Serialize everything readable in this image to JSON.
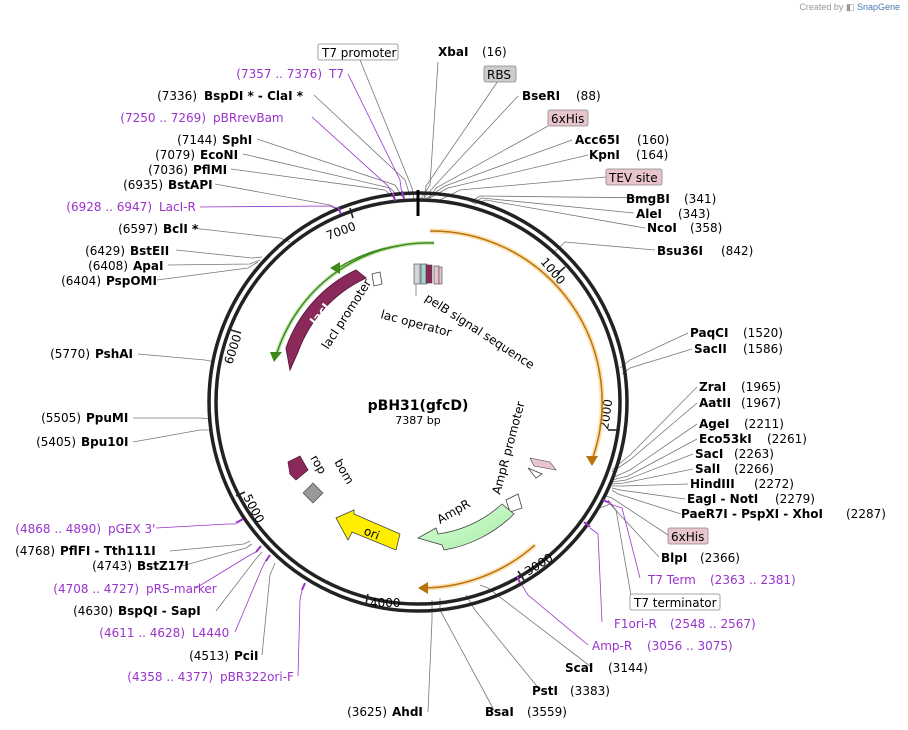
{
  "credit": {
    "prefix": "Created by",
    "brand": "SnapGene"
  },
  "plasmid": {
    "name": "pBH31(gfcD)",
    "size": "7387 bp"
  },
  "ruler_ticks": [
    "1000",
    "2000",
    "3000",
    "4000",
    "5000",
    "6000",
    "7000"
  ],
  "features": {
    "pelB": "pelB signal sequence",
    "lacop": "lac operator",
    "lacIprom": "lacI promoter",
    "lacI": "lacI",
    "ampRprom": "AmpR promoter",
    "ampR": "AmpR",
    "ori": "ori",
    "rop": "rop",
    "bom": "bom"
  },
  "boxed_labels": [
    {
      "text": "T7 promoter",
      "color": "#ffffff"
    },
    {
      "text": "RBS",
      "color": "#cccccc"
    },
    {
      "text": "6xHis",
      "color": "#e8c4cc"
    },
    {
      "text": "TEV site",
      "color": "#e8c4cc"
    },
    {
      "text": "6xHis",
      "color": "#e8c4cc"
    },
    {
      "text": "T7 terminator",
      "color": "#ffffff"
    }
  ],
  "enzymes": [
    {
      "name": "XbaI",
      "pos": "(16)"
    },
    {
      "name": "BseRI",
      "pos": "(88)"
    },
    {
      "name": "Acc65I",
      "pos": "(160)"
    },
    {
      "name": "KpnI",
      "pos": "(164)"
    },
    {
      "name": "BmgBI",
      "pos": "(341)"
    },
    {
      "name": "AleI",
      "pos": "(343)"
    },
    {
      "name": "NcoI",
      "pos": "(358)"
    },
    {
      "name": "Bsu36I",
      "pos": "(842)"
    },
    {
      "name": "PaqCI",
      "pos": "(1520)"
    },
    {
      "name": "SacII",
      "pos": "(1586)"
    },
    {
      "name": "ZraI",
      "pos": "(1965)"
    },
    {
      "name": "AatII",
      "pos": "(1967)"
    },
    {
      "name": "AgeI",
      "pos": "(2211)"
    },
    {
      "name": "Eco53kI",
      "pos": "(2261)"
    },
    {
      "name": "SacI",
      "pos": "(2263)"
    },
    {
      "name": "SalI",
      "pos": "(2266)"
    },
    {
      "name": "HindIII",
      "pos": "(2272)"
    },
    {
      "name": "EagI - NotI",
      "pos": "(2279)"
    },
    {
      "name": "PaeR7I - PspXI - XhoI",
      "pos": "(2287)"
    },
    {
      "name": "BlpI",
      "pos": "(2366)"
    },
    {
      "name": "ScaI",
      "pos": "(3144)"
    },
    {
      "name": "PstI",
      "pos": "(3383)"
    },
    {
      "name": "BsaI",
      "pos": "(3559)"
    },
    {
      "name": "AhdI",
      "pos": "(3625)"
    },
    {
      "name": "PciI",
      "pos": "(4513)"
    },
    {
      "name": "BspQI - SapI",
      "pos": "(4630)"
    },
    {
      "name": "BstZ17I",
      "pos": "(4743)"
    },
    {
      "name": "PflFI - Tth111I",
      "pos": "(4768)"
    },
    {
      "name": "Bpu10I",
      "pos": "(5405)"
    },
    {
      "name": "PpuMI",
      "pos": "(5505)"
    },
    {
      "name": "PshAI",
      "pos": "(5770)"
    },
    {
      "name": "PspOMI",
      "pos": "(6404)"
    },
    {
      "name": "ApaI",
      "pos": "(6408)"
    },
    {
      "name": "BstEII",
      "pos": "(6429)"
    },
    {
      "name": "BclI *",
      "pos": "(6597)"
    },
    {
      "name": "BstAPI",
      "pos": "(6935)"
    },
    {
      "name": "PflMI",
      "pos": "(7036)"
    },
    {
      "name": "EcoNI",
      "pos": "(7079)"
    },
    {
      "name": "SphI",
      "pos": "(7144)"
    },
    {
      "name": "BspDI * - ClaI *",
      "pos": "(7336)"
    }
  ],
  "primers": [
    {
      "range": "(7357 .. 7376)",
      "name": "T7"
    },
    {
      "range": "(7250 .. 7269)",
      "name": "pBRrevBam"
    },
    {
      "range": "(6928 .. 6947)",
      "name": "LacI-R"
    },
    {
      "range": "(2363 .. 2381)",
      "name": "T7 Term"
    },
    {
      "range": "(2548 .. 2567)",
      "name": "F1ori-R"
    },
    {
      "range": "(3056 .. 3075)",
      "name": "Amp-R"
    },
    {
      "range": "(4358 .. 4377)",
      "name": "pBR322ori-F"
    },
    {
      "range": "(4611 .. 4628)",
      "name": "L4440"
    },
    {
      "range": "(4708 .. 4727)",
      "name": "pRS-marker"
    },
    {
      "range": "(4868 .. 4890)",
      "name": "pGEX 3'"
    }
  ],
  "colors": {
    "backbone": "#222222",
    "gfcD_orange": "#f5a623",
    "lacI_green": "#5cb82e",
    "lacI_purple": "#8b2a5a",
    "ori_yellow": "#ffee00",
    "ampR_green": "#c8f5c8",
    "primer_purple": "#9933cc"
  }
}
